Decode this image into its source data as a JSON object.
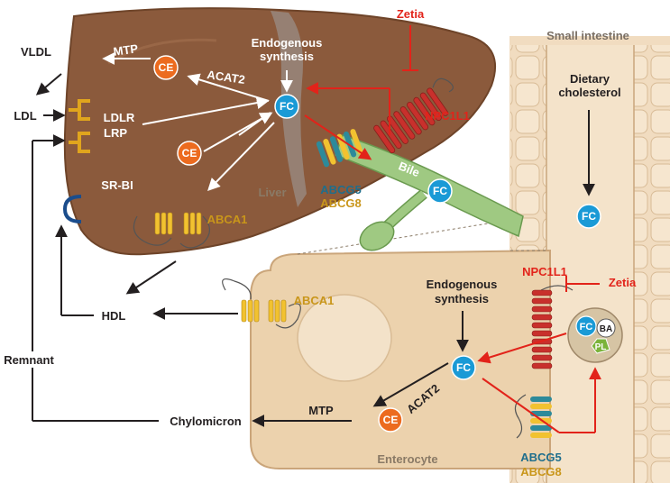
{
  "labels": {
    "vldl": "VLDL",
    "ldl": "LDL",
    "hdl": "HDL",
    "remnant": "Remnant",
    "chylomicron": "Chylomicron",
    "mtp_liver": "MTP",
    "acat2_liver": "ACAT2",
    "ldlr": "LDLR",
    "lrp": "LRP",
    "srbi": "SR-BI",
    "endo_liver_1": "Endogenous",
    "endo_liver_2": "synthesis",
    "liver": "Liver",
    "abca1_liver": "ABCA1",
    "abcg5_liver": "ABCG5",
    "abcg8_liver": "ABCG8",
    "zetia_top": "Zetia",
    "npc1l1_liver": "NPC1L1",
    "bile": "Bile",
    "small_intestine": "Small intestine",
    "dietary_1": "Dietary",
    "dietary_2": "cholesterol",
    "npc1l1_ent": "NPC1L1",
    "zetia_ent": "Zetia",
    "endo_ent_1": "Endogenous",
    "endo_ent_2": "synthesis",
    "abca1_ent": "ABCA1",
    "mtp_ent": "MTP",
    "acat2_ent": "ACAT2",
    "enterocyte": "Enterocyte",
    "abcg5_ent": "ABCG5",
    "abcg8_ent": "ABCG8"
  },
  "nodes": {
    "fc": "FC",
    "ce": "CE",
    "ba": "BA",
    "pl": "PL"
  },
  "colors": {
    "liver": "#8b5a3c",
    "intestine": "#f1dcc0",
    "enterocyte": "#e9cca6",
    "fc_blue": "#1a9ad6",
    "ce_orange": "#ec6b1f",
    "inhibitor_red": "#e2231a",
    "abca1_gold": "#f2c230",
    "abcg_teal": "#2d8a9a",
    "bile_green": "#8dbf6f"
  }
}
